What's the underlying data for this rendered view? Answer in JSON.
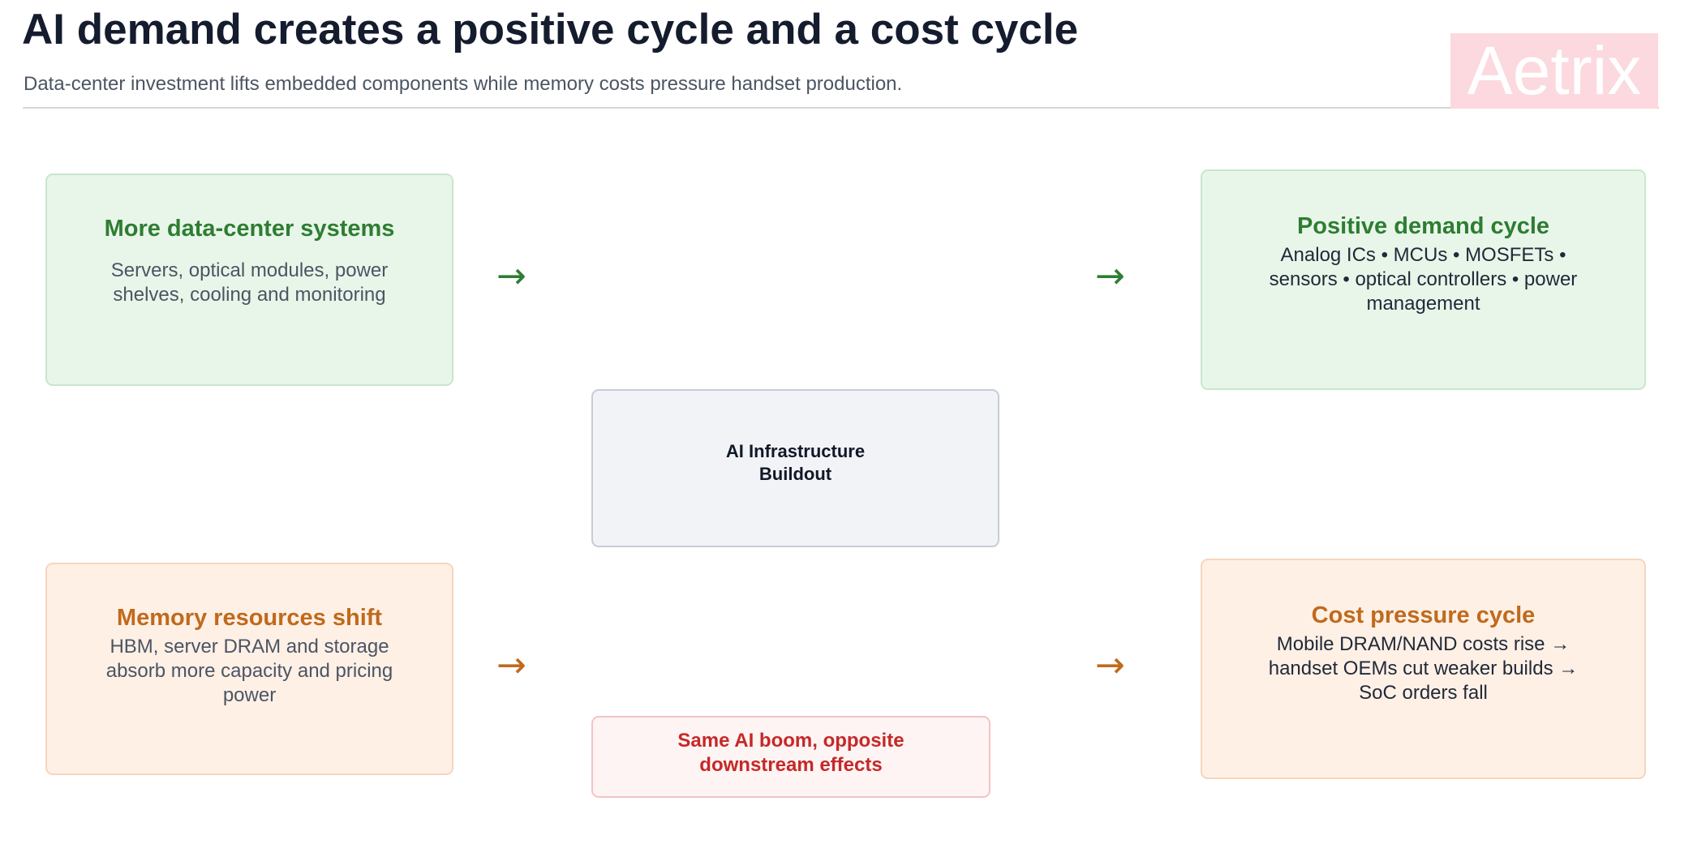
{
  "header": {
    "title": "AI demand creates a positive cycle and a cost cycle",
    "subtitle": "Data-center investment lifts embedded components while memory costs pressure handset production.",
    "logo_text": "Aetrix"
  },
  "diagram": {
    "center_node": {
      "lines": [
        "AI Infrastructure",
        "Buildout"
      ]
    },
    "top_left": {
      "title": "More data-center systems",
      "lines": [
        "Servers, optical modules, power",
        "shelves, cooling and monitoring"
      ]
    },
    "top_right": {
      "title": "Positive demand cycle",
      "lines": [
        "Analog ICs • MCUs • MOSFETs •",
        "sensors • optical controllers • power",
        "management"
      ]
    },
    "bottom_left": {
      "title": "Memory resources shift",
      "lines": [
        "HBM, server DRAM and storage",
        "absorb more capacity and pricing",
        "power"
      ]
    },
    "bottom_right": {
      "title": "Cost pressure cycle",
      "lines": [
        "Mobile DRAM/NAND costs rise →",
        "handset OEMs cut weaker builds →",
        "SoC orders fall"
      ]
    },
    "effects_note": {
      "lines": [
        "Same AI boom, opposite",
        "downstream effects"
      ]
    },
    "arrow_glyph": "→"
  },
  "colors": {
    "positive": "#2e7d32",
    "cost": "#c06a1c",
    "note": "#c62828",
    "positive_fill": "#e8f6ea",
    "cost_fill": "#fff0e6",
    "center_fill": "#f1f3f7",
    "logo_fill": "#fbd9de"
  }
}
